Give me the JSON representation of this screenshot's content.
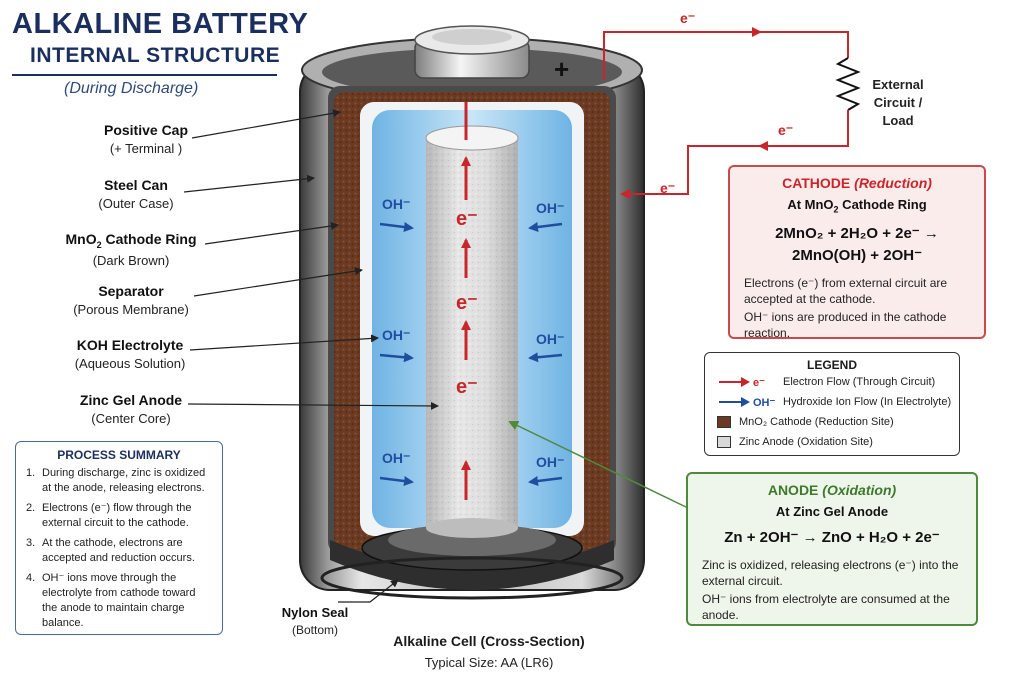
{
  "title": {
    "line1": "ALKALINE BATTERY",
    "line2": "INTERNAL STRUCTURE",
    "line3": "(During Discharge)"
  },
  "labels": [
    {
      "id": "positive-cap",
      "main": "Positive Cap",
      "sub": "(+ Terminal )"
    },
    {
      "id": "steel-can",
      "main": "Steel Can",
      "sub": "(Outer Case)"
    },
    {
      "id": "mno2-cathode",
      "main": "MnO2 Cathode Ring",
      "sub": "(Dark Brown)"
    },
    {
      "id": "separator",
      "main": "Separator",
      "sub": "(Porous Membrane)"
    },
    {
      "id": "koh",
      "main": "KOH Electrolyte",
      "sub": "(Aqueous Solution)"
    },
    {
      "id": "zinc-anode",
      "main": "Zinc Gel Anode",
      "sub": "(Center Core)"
    },
    {
      "id": "nylon-seal",
      "main": "Nylon Seal",
      "sub": "(Bottom)"
    }
  ],
  "terminal_symbol": "+",
  "external_circuit": {
    "line1": "External",
    "line2": "Circuit / Load"
  },
  "electron_symbol": "e⁻",
  "ion_symbol": "OH⁻",
  "cathode_box": {
    "title": "CATHODE",
    "title_paren": "(Reduction)",
    "subtitle_prefix": "At MnO",
    "subtitle_suffix": " Cathode Ring",
    "eq_line1": "2MnO₂ + 2H₂O + 2e⁻ →",
    "eq_line2": "2MnO(OH) + 2OH⁻",
    "text1": "Electrons (e⁻) from external circuit are accepted at the cathode.",
    "text2": "OH⁻ ions are produced in the cathode reaction."
  },
  "legend": {
    "title": "LEGEND",
    "items": [
      {
        "tag": "e⁻",
        "text": "Electron Flow (Through Circuit)"
      },
      {
        "tag": "OH⁻",
        "text": "Hydroxide Ion Flow (In Electrolyte)"
      },
      {
        "tag": "",
        "text": "MnO₂ Cathode (Reduction Site)"
      },
      {
        "tag": "",
        "text": "Zinc Anode (Oxidation Site)"
      }
    ]
  },
  "anode_box": {
    "title": "ANODE",
    "title_paren": "(Oxidation)",
    "subtitle": "At Zinc Gel Anode",
    "equation": "Zn + 2OH⁻ → ZnO + H₂O + 2e⁻",
    "text1": "Zinc is oxidized, releasing electrons (e⁻) into the external circuit.",
    "text2": "OH⁻ ions from electrolyte are consumed at the anode."
  },
  "summary": {
    "title": "PROCESS SUMMARY",
    "items": [
      "During discharge, zinc is oxidized at the anode, releasing electrons.",
      "Electrons (e⁻) flow through the external circuit to the cathode.",
      "At the cathode, electrons are accepted and reduction occurs.",
      "OH⁻ ions move through the electrolyte from cathode toward the anode to maintain charge balance."
    ]
  },
  "caption": {
    "main": "Alkaline Cell (Cross-Section)",
    "sub": "Typical Size: AA (LR6)"
  },
  "colors": {
    "title": "#1b2f5e",
    "electron": "#c9262b",
    "ion": "#1f4ea0",
    "cathode_border": "#c94a4a",
    "anode_border": "#4f8a3c",
    "cathode_fill": "#6b3a22",
    "electrolyte": "#9fd0f0"
  }
}
